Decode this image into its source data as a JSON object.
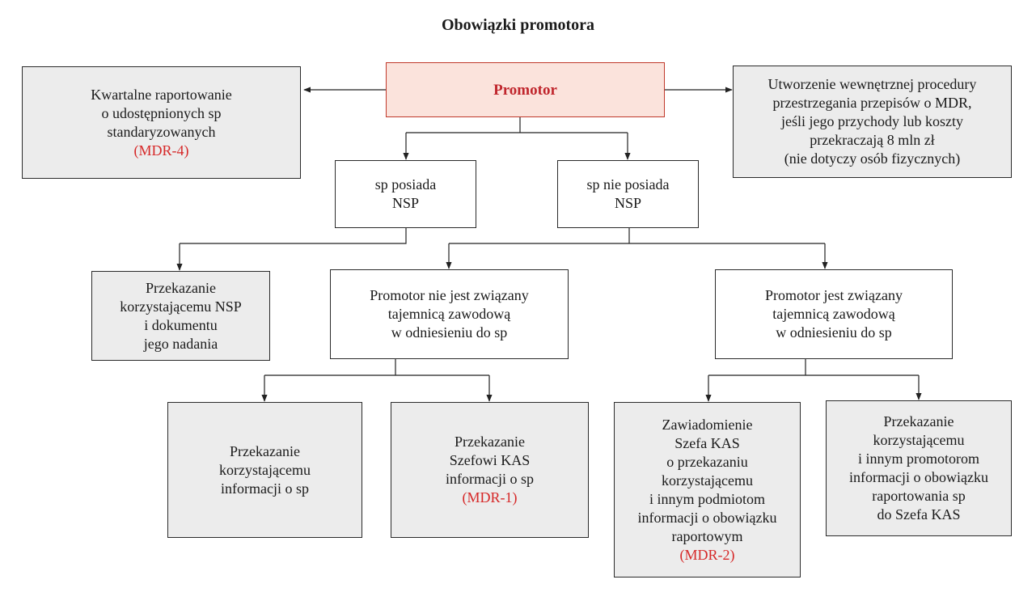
{
  "title": "Obowiązki promotora",
  "nodes": {
    "promotor": {
      "label": "Promotor"
    },
    "left_top": {
      "lines": [
        "Kwartalne raportowanie",
        "o udostępnionych sp",
        "standaryzowanych"
      ],
      "code": "(MDR-4)"
    },
    "right_top": {
      "lines": [
        "Utworzenie wewnętrznej procedury",
        "przestrzegania przepisów o MDR,",
        "jeśli jego przychody lub koszty",
        "przekraczają 8 mln zł",
        "(nie dotyczy osób fizycznych)"
      ]
    },
    "sp_posiada": {
      "lines": [
        "sp posiada",
        "NSP"
      ]
    },
    "sp_nie_posiada": {
      "lines": [
        "sp nie posiada",
        "NSP"
      ]
    },
    "przekazanie_nsp": {
      "lines": [
        "Przekazanie",
        "korzystającemu NSP",
        "i dokumentu",
        "jego nadania"
      ]
    },
    "nie_zwiazany": {
      "lines": [
        "Promotor nie jest związany",
        "tajemnicą zawodową",
        "w odniesieniu do sp"
      ]
    },
    "zwiazany": {
      "lines": [
        "Promotor jest związany",
        "tajemnicą zawodową",
        "w odniesieniu do sp"
      ]
    },
    "info_sp": {
      "lines": [
        "Przekazanie",
        "korzystającemu",
        "informacji o sp"
      ]
    },
    "szefowi_kas": {
      "lines": [
        "Przekazanie",
        "Szefowi KAS",
        "informacji o sp"
      ],
      "code": "(MDR-1)"
    },
    "zawiadomienie": {
      "lines": [
        "Zawiadomienie",
        "Szefa KAS",
        "o przekazaniu",
        "korzystającemu",
        "i innym podmiotom",
        "informacji o obowiązku",
        "raportowym"
      ],
      "code": "(MDR-2)"
    },
    "przekazanie_promotorom": {
      "lines": [
        "Przekazanie",
        "korzystającemu",
        "i innym promotorom",
        "informacji o obowiązku",
        "raportowania sp",
        "do Szefa KAS"
      ]
    }
  }
}
